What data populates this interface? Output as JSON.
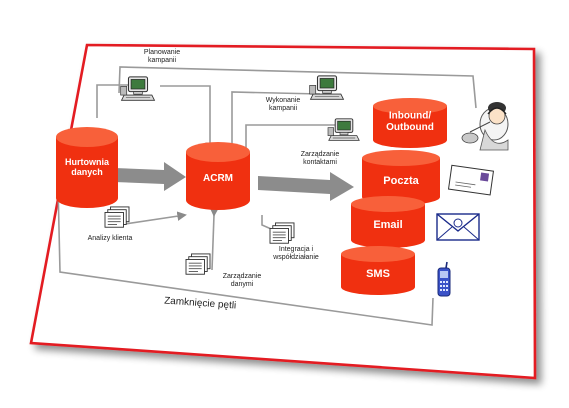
{
  "colors": {
    "frame_border": "#e31b23",
    "cylinder_fill": "#f03010",
    "cylinder_top": "#f8603a",
    "arrow_gray": "#8c8c8c",
    "line_gray": "#9a9a9a",
    "text_dark": "#222222",
    "cylinder_text": "#ffffff"
  },
  "nodes": {
    "warehouse": "Hurtownia danych",
    "acrm": "ACRM",
    "inbound_outbound": "Inbound/ Outbound",
    "poczta": "Poczta",
    "email": "Email",
    "sms": "SMS"
  },
  "labels": {
    "planowanie": "Planowanie kampanii",
    "wykonanie": "Wykonanie kampanii",
    "zarzadzanie_kontaktami": "Zarządzanie kontaktami",
    "analizy": "Analizy klienta",
    "integracja": "Integracja i współdziałanie",
    "zarzadzanie_danymi": "Zarządzanie danymi",
    "zamkniecie": "Zamknięcie pętli"
  },
  "icons": {
    "computer": "computer-icon",
    "documents": "documents-icon",
    "call_agent": "call-agent-icon",
    "letter": "letter-icon",
    "email_envelope": "email-envelope-icon",
    "mobile_phone": "mobile-phone-icon"
  }
}
